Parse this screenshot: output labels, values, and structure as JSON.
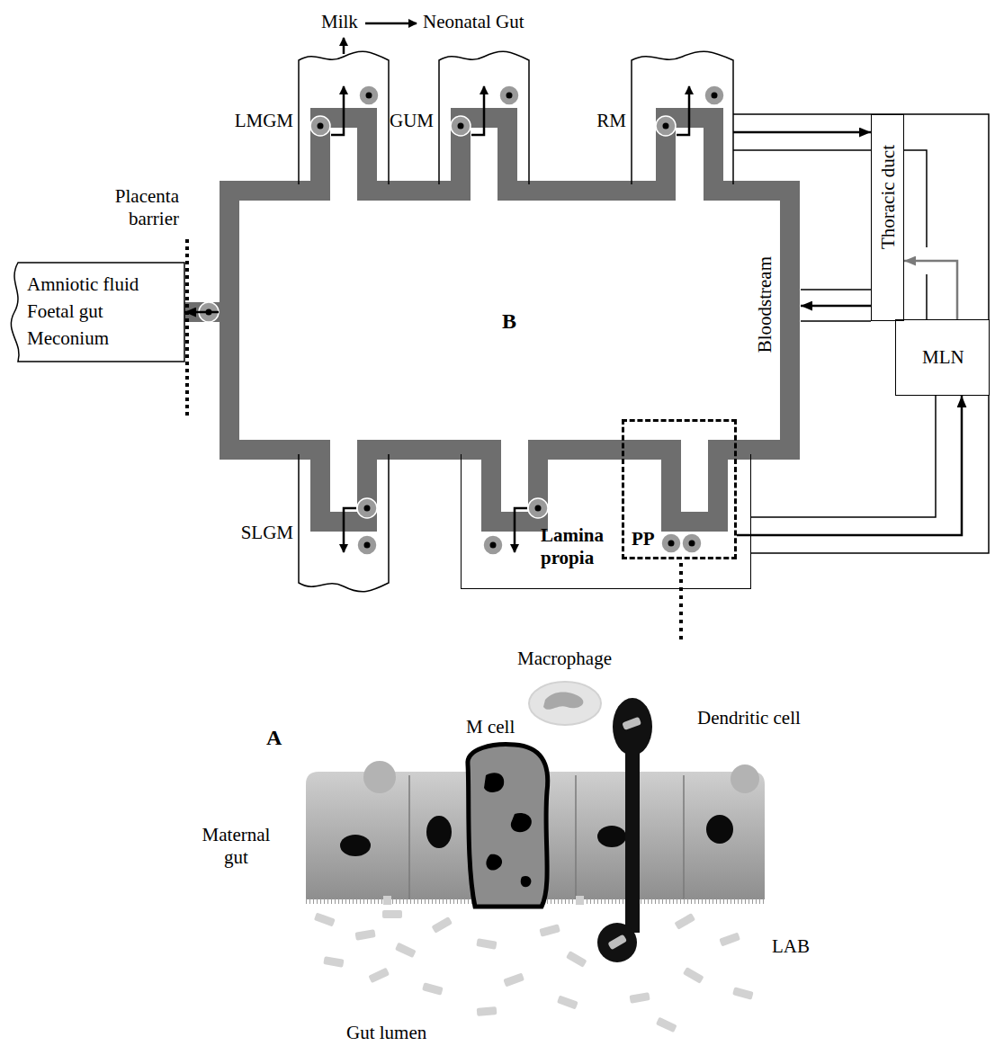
{
  "diagram": {
    "nodes": [
      {
        "text": [
          "LMGM"
        ]
      },
      {
        "text": [
          "GUM"
        ]
      },
      {
        "text": [
          "RM"
        ]
      },
      {
        "text": [
          "Thoracic duct"
        ]
      },
      {
        "text": [
          "Amniotic fluid",
          "Foetal gut",
          "Meconium"
        ]
      },
      {
        "text": [
          "B",
          "Bloodstream"
        ]
      },
      {
        "text": [
          "MLN"
        ]
      },
      {
        "text": [
          "SLGM"
        ]
      },
      {
        "text": [
          "Lamina propia"
        ]
      },
      {
        "text": [
          "PP"
        ],
        "in": 8
      }
    ],
    "edges": [
      {
        "from": 2,
        "to": 3,
        "arrow": "to"
      },
      {
        "from": 3,
        "to": 5,
        "arrow": "to"
      },
      {
        "from": 6,
        "to": 3,
        "arrow": "to"
      },
      {
        "from": 9,
        "to": 6,
        "arrow": "to"
      },
      {
        "from": 5,
        "to": 4,
        "arrow": "to"
      }
    ],
    "labels": [
      "Milk",
      "Neonatal Gut",
      "Placenta barrier",
      "A",
      "Macrophage",
      "M cell",
      "Dendritic cell",
      "Maternal gut",
      "LAB",
      "Gut lumen"
    ]
  }
}
